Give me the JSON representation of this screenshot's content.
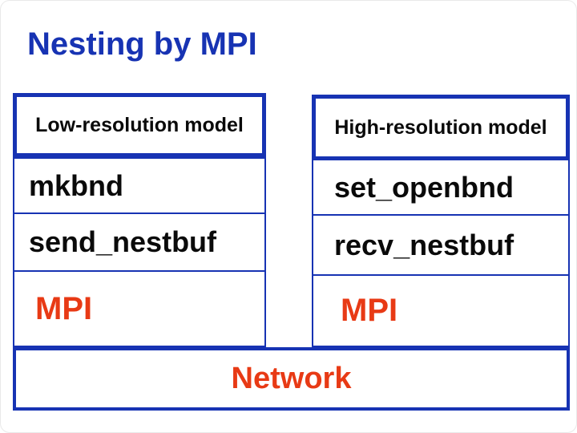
{
  "title": "Nesting by MPI",
  "colors": {
    "border_blue": "#1733b3",
    "title_blue": "#1733b3",
    "accent_red": "#e83a15",
    "label_black": "#0a0a0a"
  },
  "left_column": {
    "header": "Low-resolution model",
    "row1": "mkbnd",
    "row2": "send_nestbuf",
    "mpi": "MPI"
  },
  "right_column": {
    "header": "High-resolution model",
    "row1": "set_openbnd",
    "row2": "recv_nestbuf",
    "mpi": "MPI"
  },
  "network_label": "Network"
}
